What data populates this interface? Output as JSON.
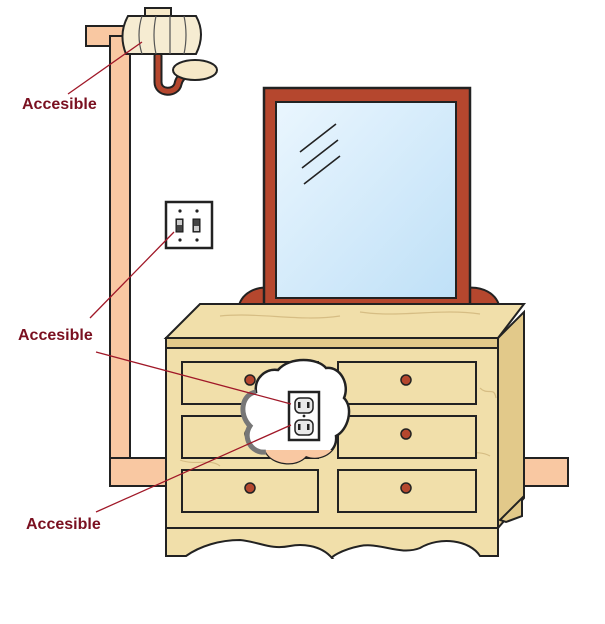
{
  "labels": [
    {
      "id": "light-fixture",
      "text": "Accesible"
    },
    {
      "id": "switch-and-outlet",
      "text": "Accesible"
    },
    {
      "id": "outlet",
      "text": "Accesible"
    }
  ],
  "colors": {
    "label_text": "#7a1020",
    "leader_line": "#a01828",
    "conduit": "#f9c8a2",
    "wood_light": "#f1dfaa",
    "wood_dark": "#e2c98a",
    "frame_brown": "#b5472e",
    "mirror_glass": "#d6ecfa",
    "outline": "#222222"
  }
}
